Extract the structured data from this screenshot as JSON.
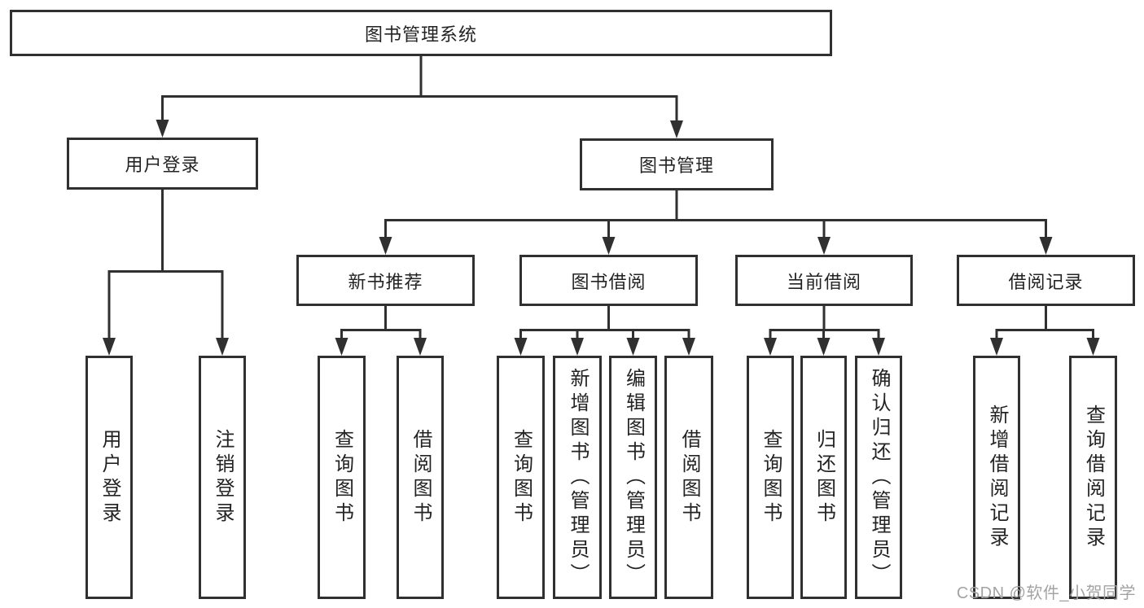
{
  "tree": {
    "root": {
      "label": "图书管理系统",
      "children": [
        {
          "label": "用户登录",
          "children": [
            {
              "label": "用户登录"
            },
            {
              "label": "注销登录"
            }
          ]
        },
        {
          "label": "图书管理",
          "children": [
            {
              "label": "新书推荐",
              "children": [
                {
                  "label": "查询图书"
                },
                {
                  "label": "借阅图书"
                }
              ]
            },
            {
              "label": "图书借阅",
              "children": [
                {
                  "label": "查询图书"
                },
                {
                  "label": "新增图书（管理员）"
                },
                {
                  "label": "编辑图书（管理员）"
                },
                {
                  "label": "借阅图书"
                }
              ]
            },
            {
              "label": "当前借阅",
              "children": [
                {
                  "label": "查询图书"
                },
                {
                  "label": "归还图书"
                },
                {
                  "label": "确认归还（管理员）"
                }
              ]
            },
            {
              "label": "借阅记录",
              "children": [
                {
                  "label": "新增借阅记录"
                },
                {
                  "label": "查询借阅记录"
                }
              ]
            }
          ]
        }
      ]
    }
  },
  "watermark": {
    "text": "CSDN @软件_小贺同学"
  },
  "colors": {
    "line": "#303030",
    "text": "#232323",
    "watermark": "#a3a3a3",
    "background": "#ffffff"
  }
}
